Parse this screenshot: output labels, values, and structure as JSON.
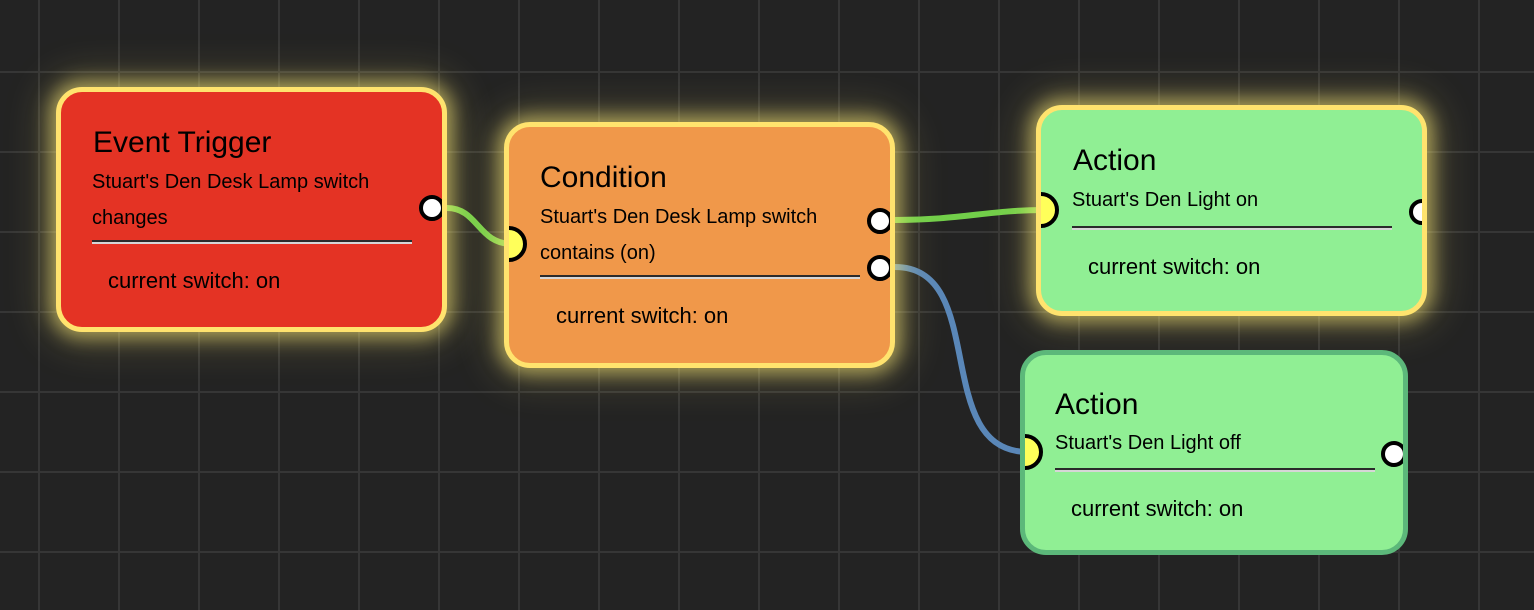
{
  "canvas": {
    "background": "#232323",
    "grid_color": "#363636"
  },
  "nodes": [
    {
      "id": "event-trigger",
      "title": "Event Trigger",
      "desc": "Stuart's Den Desk Lamp switch changes",
      "state": "current switch: on",
      "color": "#e43324",
      "border": "#ffe36e",
      "selected": true
    },
    {
      "id": "condition",
      "title": "Condition",
      "desc": "Stuart's Den Desk Lamp switch contains (on)",
      "state": "current switch: on",
      "color": "#f0984a",
      "border": "#ffe36e",
      "selected": true
    },
    {
      "id": "action-on",
      "title": "Action",
      "desc": "Stuart's Den Light on",
      "state": "current switch: on",
      "color": "#90ef94",
      "border": "#ffe36e",
      "selected": true
    },
    {
      "id": "action-off",
      "title": "Action",
      "desc": "Stuart's Den Light off",
      "state": "current switch: on",
      "color": "#90ef94",
      "border": "#5cb87a",
      "selected": false
    }
  ],
  "connections": [
    {
      "from": "event-trigger.out",
      "to": "condition.in",
      "color": "#72cf4a",
      "label": "true"
    },
    {
      "from": "condition.out-true",
      "to": "action-on.in",
      "color": "#72cf4a",
      "label": "true"
    },
    {
      "from": "condition.out-false",
      "to": "action-off.in",
      "color": "#5a87b8",
      "label": "false"
    }
  ]
}
